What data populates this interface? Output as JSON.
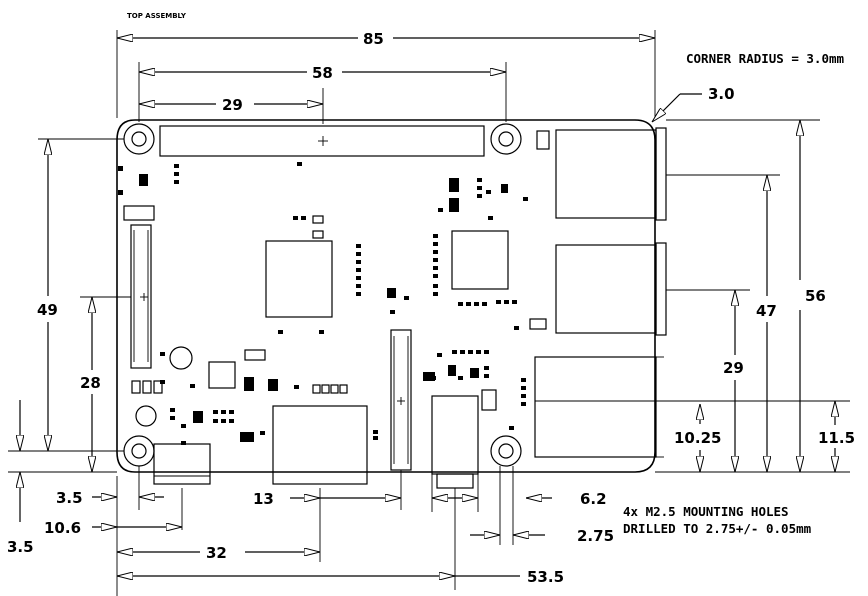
{
  "title": "TOP ASSEMBLY",
  "notes": {
    "corner_radius": "CORNER RADIUS = 3.0mm",
    "mounting_line1": "4x M2.5 MOUNTING HOLES",
    "mounting_line2": "DRILLED TO 2.75+/- 0.05mm"
  },
  "dimensions": {
    "width_overall": "85",
    "header_span": "58",
    "header_offset": "29",
    "corner_radius_value": "3.0",
    "height_overall": "56",
    "usb_upper": "47",
    "usb_lower": "29",
    "ethernet_center": "11.5",
    "ethernet_offset": "10.25",
    "hole_spacing_vertical": "49",
    "dsi_center": "28",
    "hole_inset_x": "3.5",
    "hole_inset_y": "3.5",
    "power_center": "10.6",
    "hdmi_center": "32",
    "csi_center": "13",
    "audio_center": "53.5",
    "audio_width": "6.2",
    "hole_diameter": "2.75"
  }
}
